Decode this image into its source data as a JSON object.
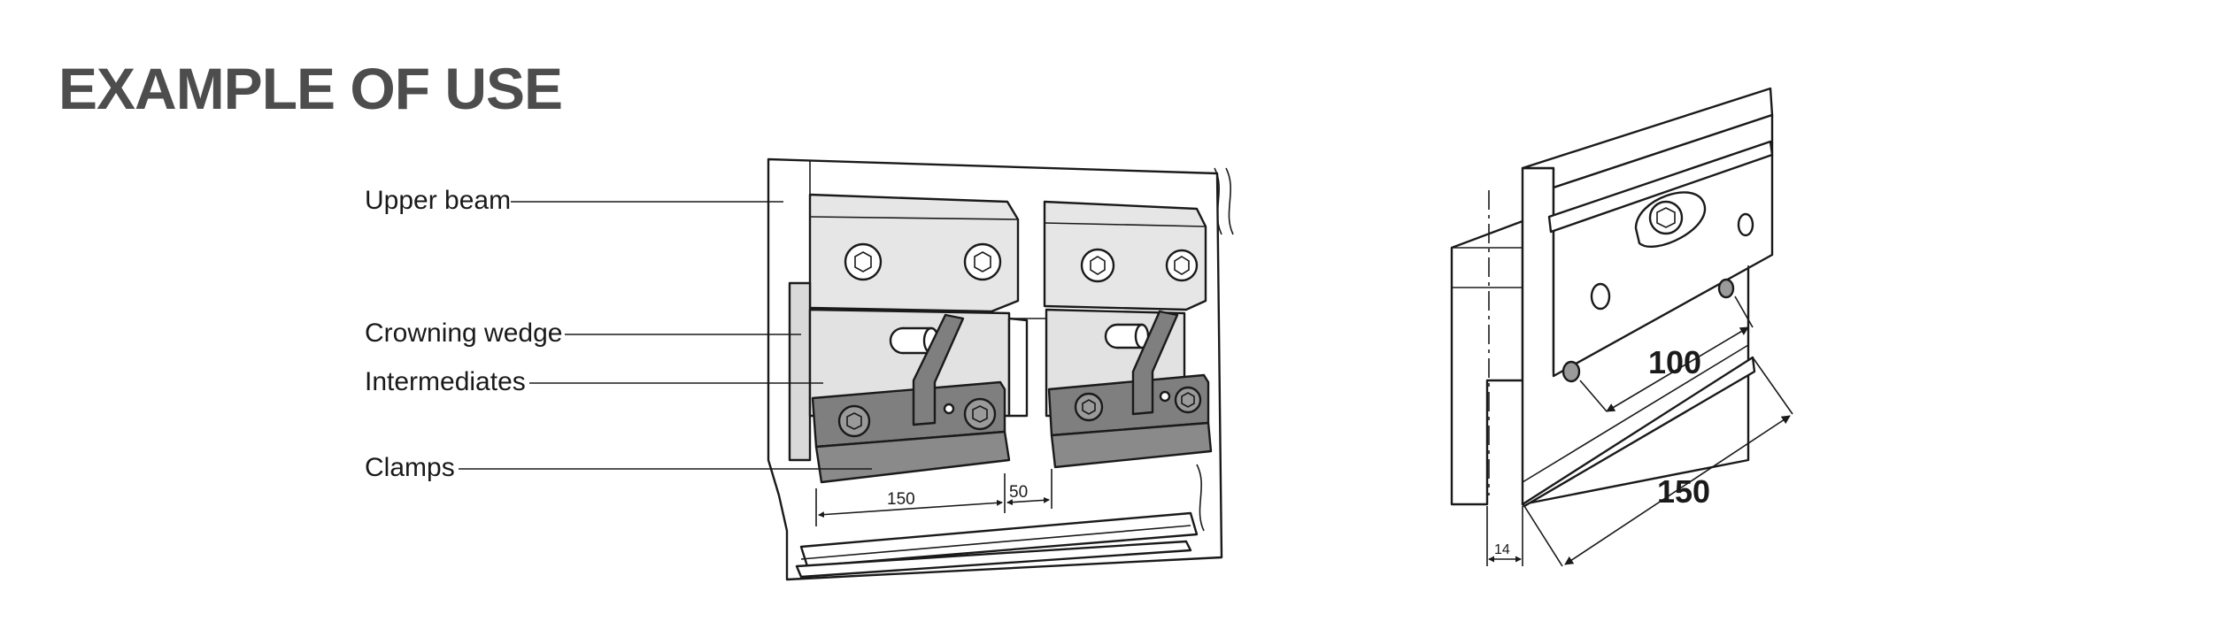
{
  "title": "EXAMPLE OF USE",
  "callouts": {
    "upper_beam": "Upper beam",
    "crowning_wedge": "Crowning wedge",
    "intermediates": "Intermediates",
    "clamps": "Clamps"
  },
  "dimensions_left": {
    "clamp_width": "150",
    "gap": "50"
  },
  "dimensions_right": {
    "hole_spacing": "100",
    "length": "150",
    "tongue": "14"
  },
  "colors": {
    "title": "#4d4d4d",
    "light_part": "#e2e2e2",
    "mid_part": "#d6d6d6",
    "dark_clamp": "#7a7a7a",
    "outline": "#1a1a1a"
  }
}
